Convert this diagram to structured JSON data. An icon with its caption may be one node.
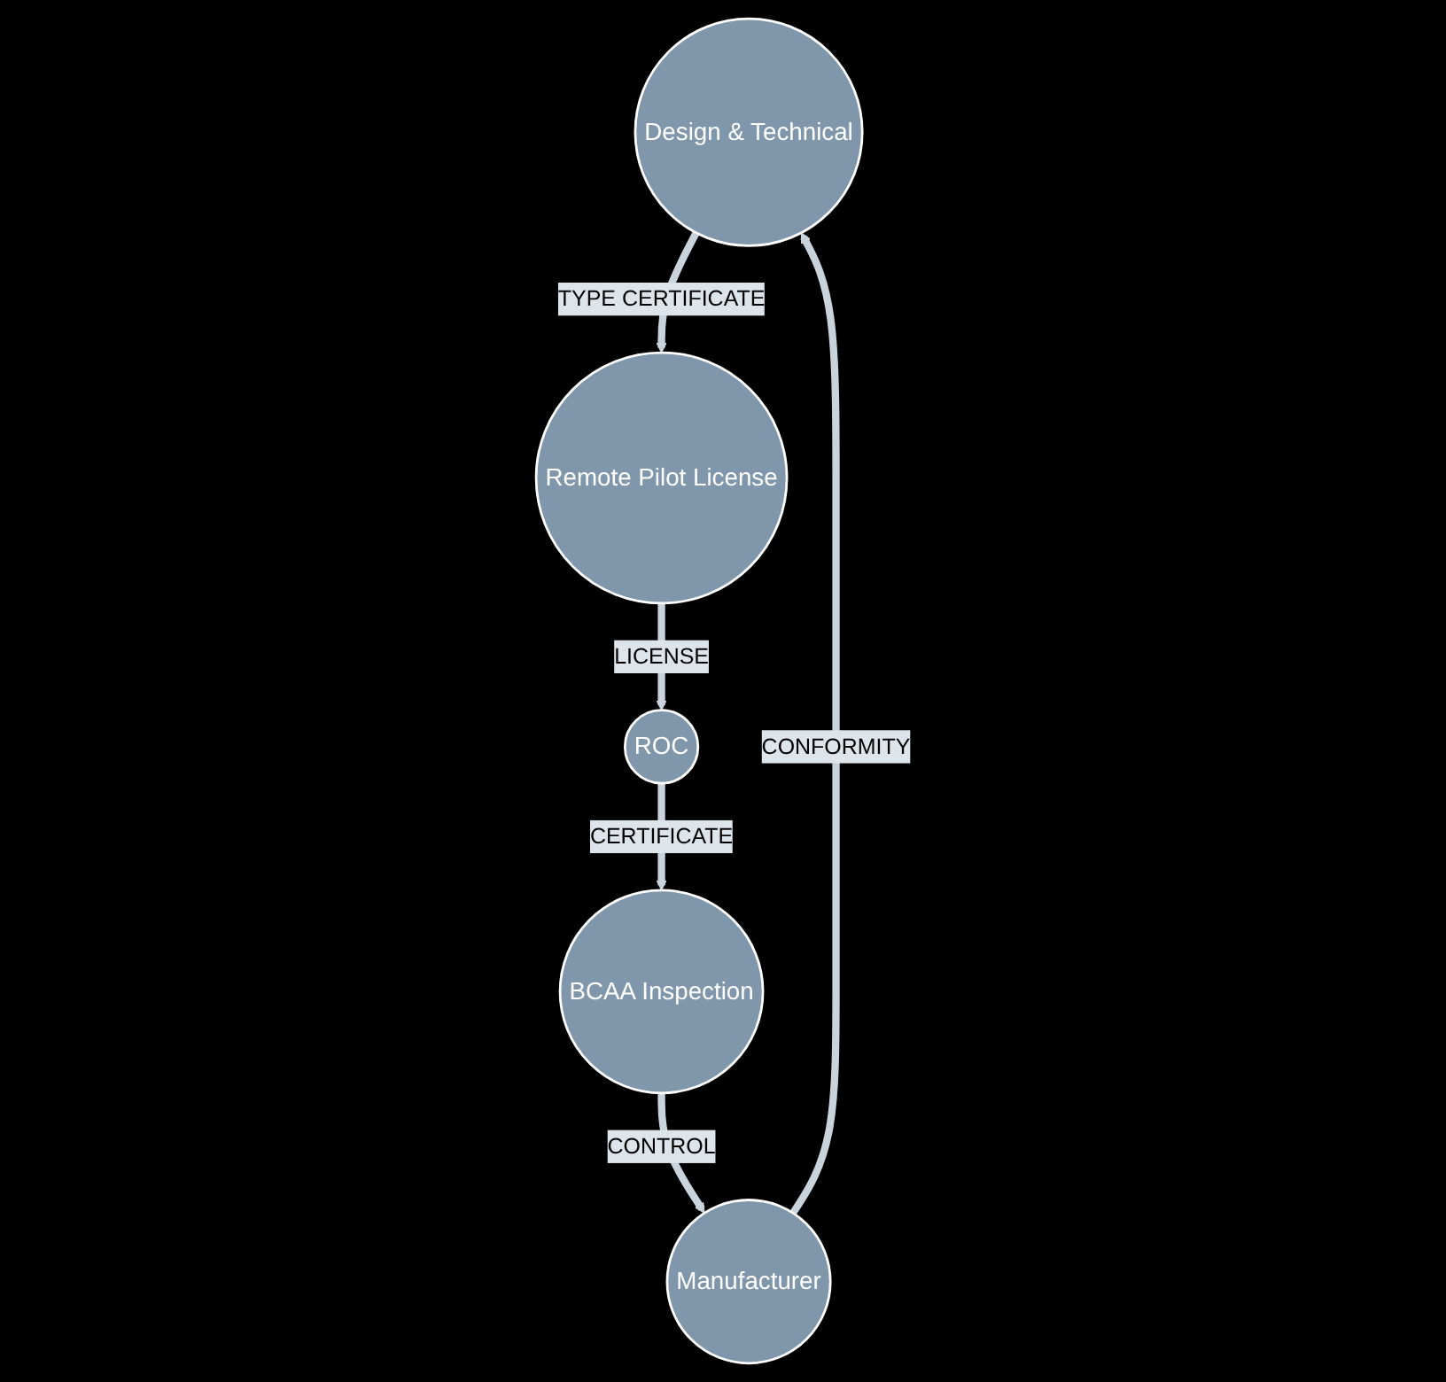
{
  "diagram": {
    "nodes": [
      {
        "text": [
          "Design & Technical"
        ]
      },
      {
        "text": [
          "Manufacturer"
        ]
      },
      {
        "text": [
          "Remote Pilot License"
        ]
      },
      {
        "text": [
          "BCAA Inspection"
        ]
      },
      {
        "text": [
          "ROC"
        ]
      }
    ],
    "edges": [
      {
        "from": 1,
        "to": 0,
        "arrow": "to",
        "label": "CONFORMITY"
      },
      {
        "from": 0,
        "to": 2,
        "arrow": "to",
        "label": "TYPE CERTIFICATE"
      },
      {
        "from": 2,
        "to": 4,
        "arrow": "to",
        "label": "LICENSE"
      },
      {
        "from": 4,
        "to": 3,
        "arrow": "to",
        "label": "CERTIFICATE"
      },
      {
        "from": 3,
        "to": 1,
        "arrow": "to",
        "label": "CONTROL"
      }
    ]
  }
}
